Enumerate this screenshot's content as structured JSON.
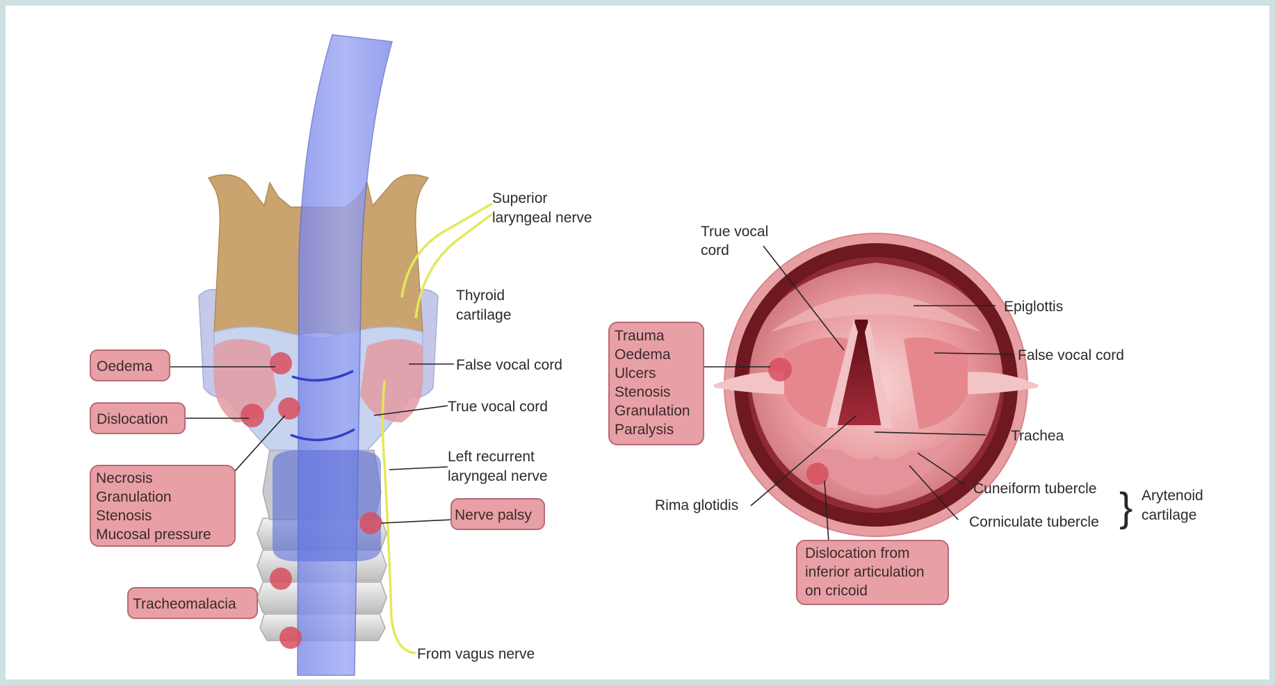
{
  "left_panel": {
    "labels": {
      "superior_laryngeal_nerve": [
        "Superior",
        "laryngeal nerve"
      ],
      "thyroid_cartilage": [
        "Thyroid",
        "cartilage"
      ],
      "false_vocal_cord": "False vocal cord",
      "true_vocal_cord": "True vocal cord",
      "left_recurrent_laryngeal_nerve": [
        "Left recurrent",
        "laryngeal nerve"
      ],
      "from_vagus_nerve": "From vagus nerve"
    },
    "complications": {
      "oedema": "Oedema",
      "dislocation": "Dislocation",
      "necrosis_group": [
        "Necrosis",
        "Granulation",
        "Stenosis",
        "Mucosal pressure"
      ],
      "nerve_palsy": "Nerve palsy",
      "tracheomalacia": "Tracheomalacia"
    }
  },
  "right_panel": {
    "labels": {
      "true_vocal_cord": [
        "True vocal",
        "cord"
      ],
      "epiglottis": "Epiglottis",
      "false_vocal_cord": "False vocal cord",
      "trachea": "Trachea",
      "cuneiform_tubercle": "Cuneiform tubercle",
      "corniculate_tubercle": "Corniculate tubercle",
      "arytenoid_cartilage": [
        "Arytenoid",
        "cartilage"
      ],
      "rima_glotidis": "Rima glotidis"
    },
    "complications": {
      "trauma_group": [
        "Trauma",
        "Oedema",
        "Ulcers",
        "Stenosis",
        "Granulation",
        "Paralysis"
      ],
      "dislocation_cricoid": [
        "Dislocation from",
        "inferior articulation",
        "on cricoid"
      ]
    }
  }
}
